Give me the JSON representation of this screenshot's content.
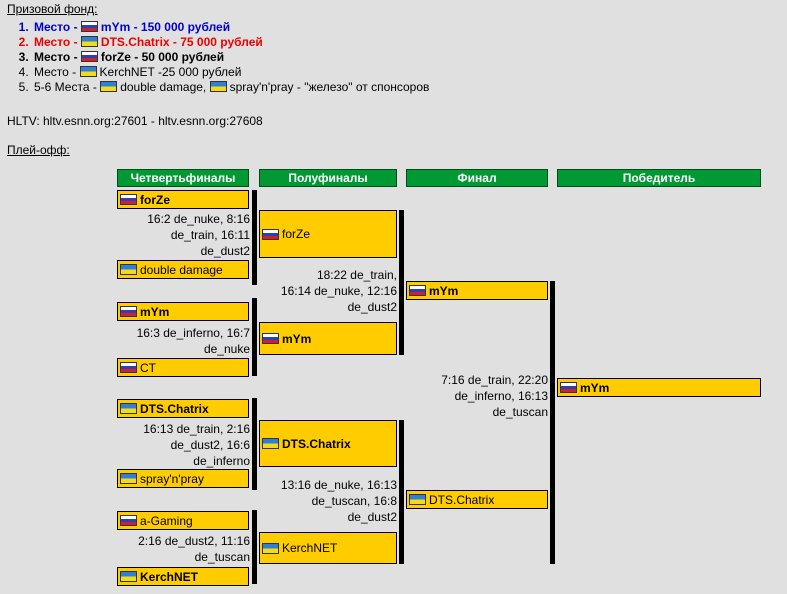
{
  "prize_title": "Призовой фонд:",
  "prizes": [
    {
      "num": "1.",
      "text": "Место - ",
      "flag": "ru",
      "team": "mYm - 150 000 рублей",
      "color": "#0000cc",
      "bold": true
    },
    {
      "num": "2.",
      "text": "Место - ",
      "flag": "ua",
      "team": "DTS.Chatrix - 75 000 рублей",
      "color": "#ee0000",
      "bold": true
    },
    {
      "num": "3.",
      "text": "Место - ",
      "flag": "ru",
      "team": "forZe - 50 000 рублей",
      "color": "#000000",
      "bold": true
    },
    {
      "num": "4.",
      "text": "Место - ",
      "flag": "ua",
      "team": "KerchNET -25 000 рублей",
      "color": "#000000",
      "bold": false
    }
  ],
  "prize5": {
    "text": "5-6 Места - ",
    "team1": "double damage,",
    "team2": "spray'n'pray",
    "suffix": " - \"железо\" от спонсоров"
  },
  "hltv": "HLTV: hltv.esnn.org:27601 - hltv.esnn.org:27608",
  "playoff_title": "Плей-офф:",
  "headers": [
    "Четвертьфиналы",
    "Полуфиналы",
    "Финал",
    "Победитель"
  ],
  "teams": [
    {
      "name": "forZe",
      "flag": "ru",
      "bold": true
    },
    {
      "name": "double damage",
      "flag": "ua",
      "bold": false
    },
    {
      "name": "mYm",
      "flag": "ru",
      "bold": true
    },
    {
      "name": "CT",
      "flag": "ru",
      "bold": false
    },
    {
      "name": "DTS.Chatrix",
      "flag": "ua",
      "bold": true
    },
    {
      "name": "spray'n'pray",
      "flag": "ua",
      "bold": false
    },
    {
      "name": "a-Gaming",
      "flag": "ru",
      "bold": false
    },
    {
      "name": "KerchNET",
      "flag": "ua",
      "bold": true
    },
    {
      "name": "forZe",
      "flag": "ru",
      "bold": false
    },
    {
      "name": "mYm",
      "flag": "ru",
      "bold": true
    },
    {
      "name": "DTS.Chatrix",
      "flag": "ua",
      "bold": true
    },
    {
      "name": "KerchNET",
      "flag": "ua",
      "bold": false
    },
    {
      "name": "mYm",
      "flag": "ru",
      "bold": true
    },
    {
      "name": "DTS.Chatrix",
      "flag": "ua",
      "bold": false
    },
    {
      "name": "mYm",
      "flag": "ru",
      "bold": true
    }
  ],
  "scores": [
    [
      "16:2 de_nuke, 8:16",
      "de_train, 16:11",
      "de_dust2"
    ],
    [
      "16:3 de_inferno, 16:7",
      "de_nuke"
    ],
    [
      "16:13 de_train, 2:16",
      "de_dust2, 16:6",
      "de_inferno"
    ],
    [
      "2:16 de_dust2, 11:16",
      "de_tuscan"
    ],
    [
      "18:22 de_train,",
      "16:14 de_nuke, 12:16",
      "de_dust2"
    ],
    [
      "13:16 de_nuke, 16:13",
      "de_tuscan, 16:8",
      "de_dust2"
    ],
    [
      "7:16 de_train, 22:20",
      "de_inferno, 16:13",
      "de_tuscan"
    ]
  ]
}
